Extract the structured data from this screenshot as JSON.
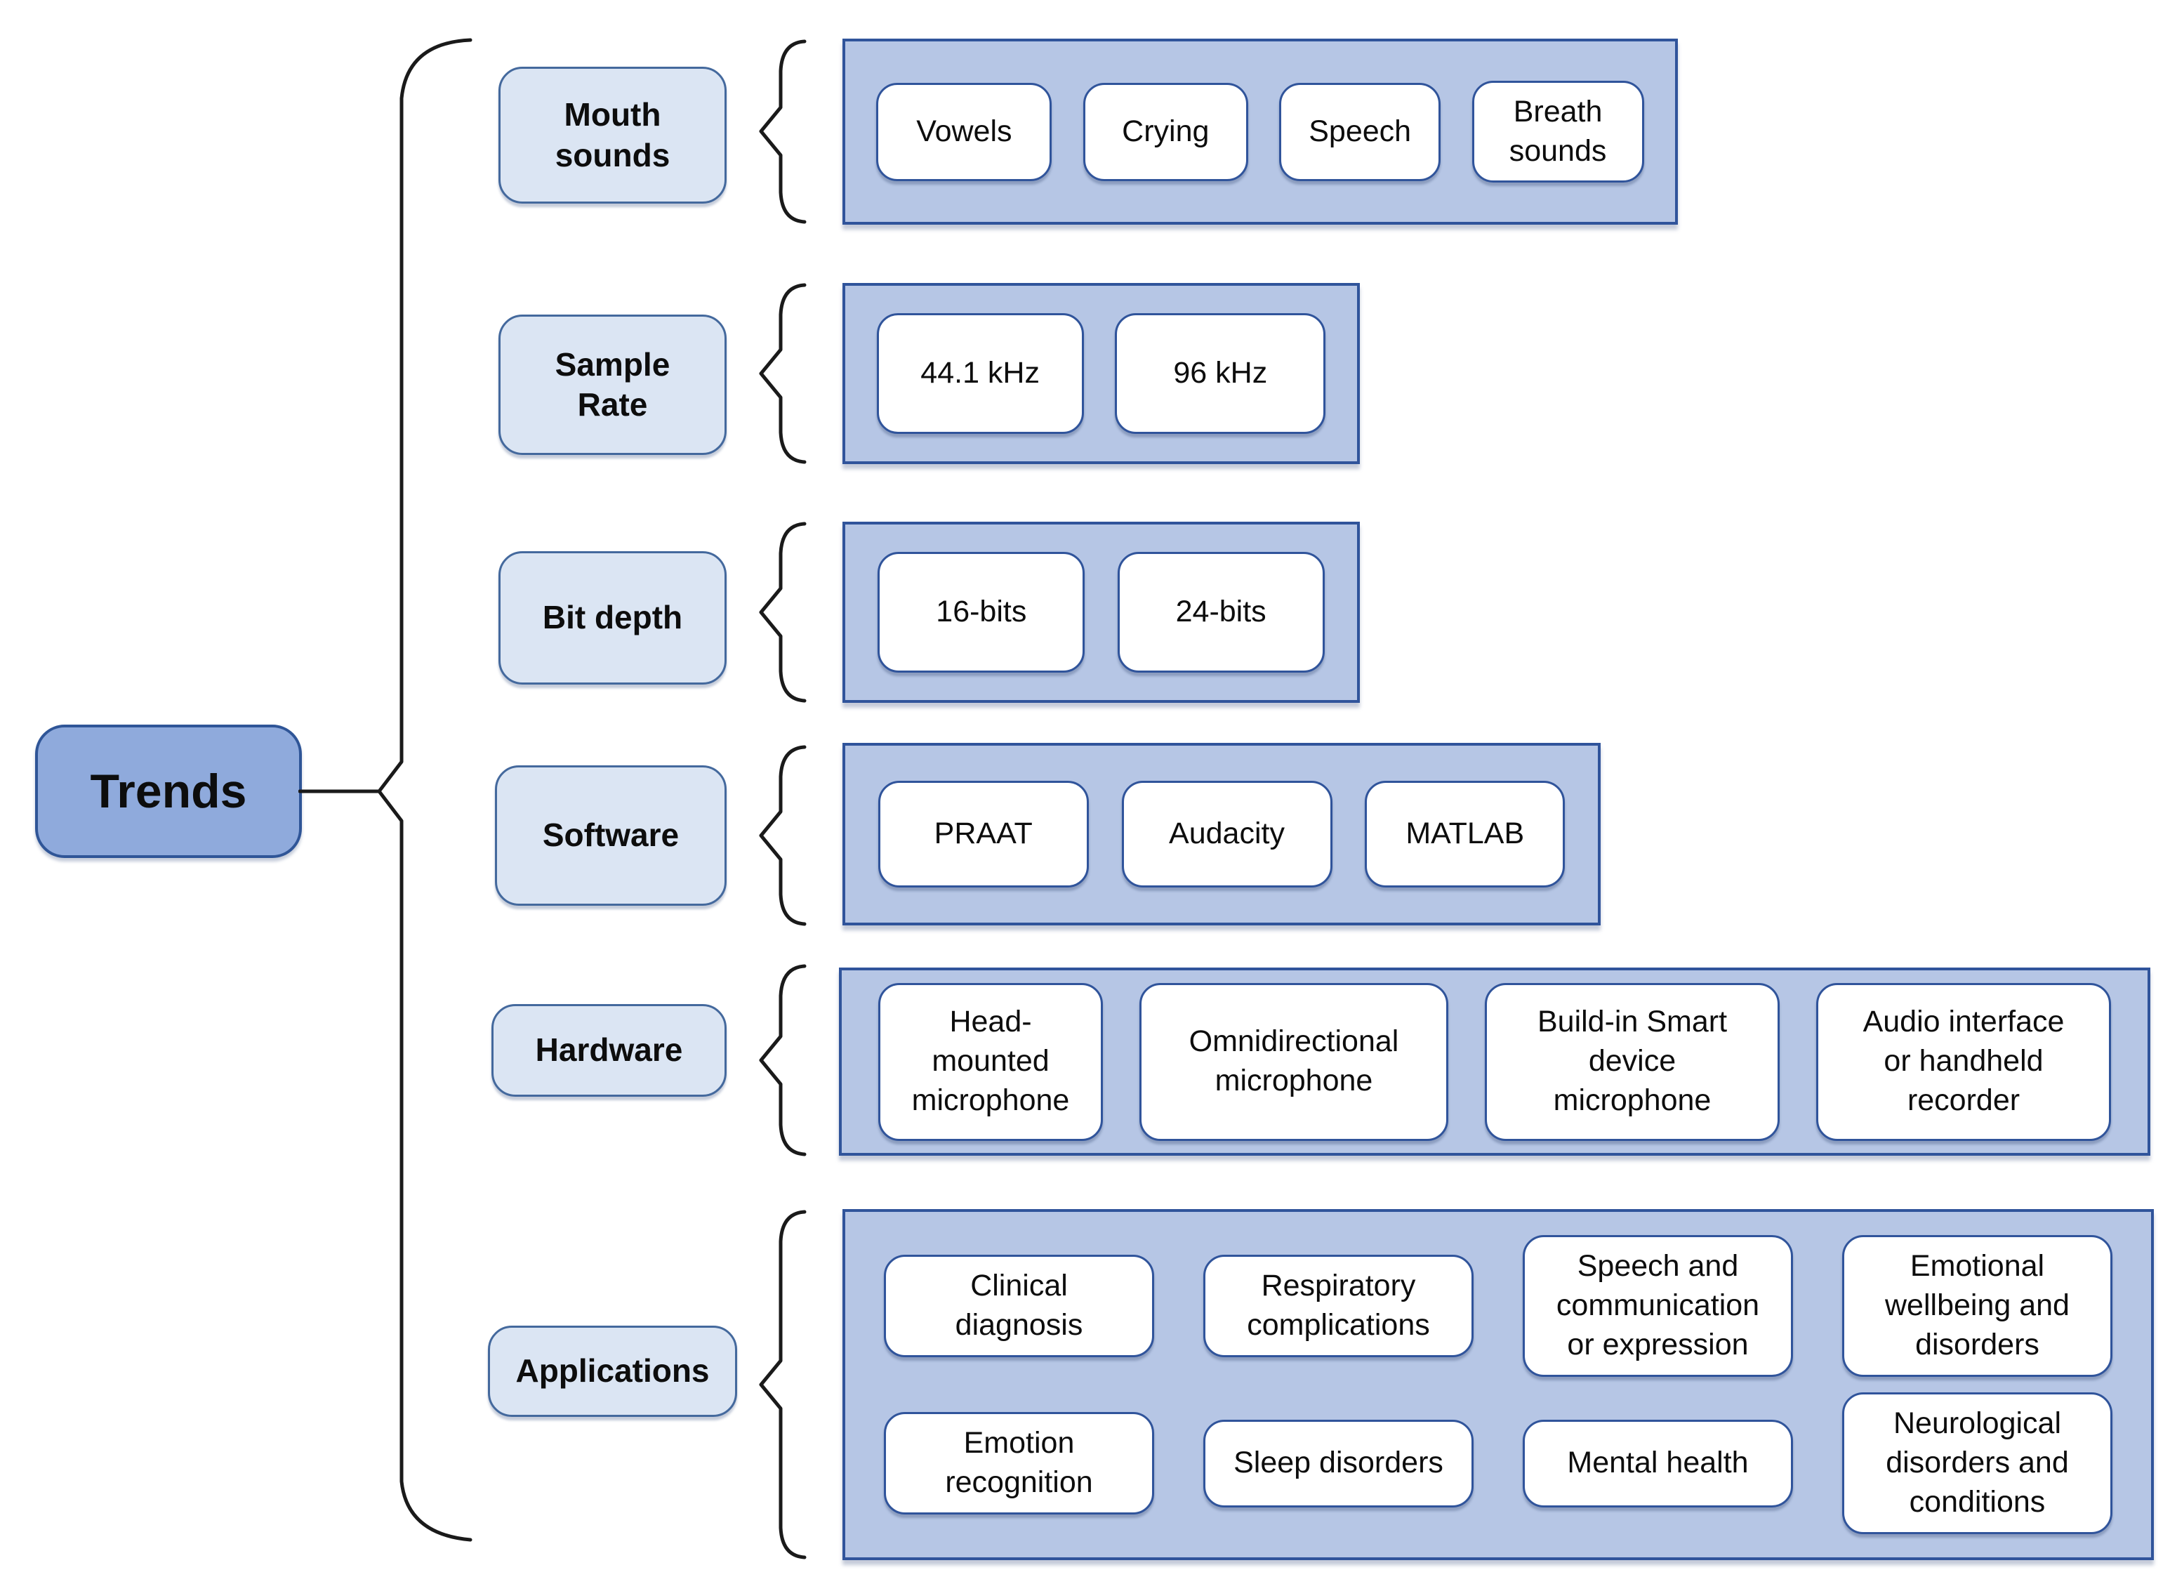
{
  "diagram": {
    "root_label": "Trends",
    "branches": [
      {
        "label": "Mouth sounds",
        "items": [
          "Vowels",
          "Crying",
          "Speech",
          "Breath sounds"
        ]
      },
      {
        "label": "Sample Rate",
        "items": [
          "44.1 kHz",
          "96 kHz"
        ]
      },
      {
        "label": "Bit depth",
        "items": [
          "16-bits",
          "24-bits"
        ]
      },
      {
        "label": "Software",
        "items": [
          "PRAAT",
          "Audacity",
          "MATLAB"
        ]
      },
      {
        "label": "Hardware",
        "items": [
          "Head-mounted microphone",
          "Omnidirectional microphone",
          "Build-in Smart device microphone",
          "Audio interface or handheld recorder"
        ]
      },
      {
        "label": "Applications",
        "items": [
          "Clinical diagnosis",
          "Respiratory complications",
          "Speech and communication or expression",
          "Emotional wellbeing and disorders",
          "Emotion recognition",
          "Sleep disorders",
          "Mental health",
          "Neurological disorders and conditions"
        ]
      }
    ],
    "colors": {
      "root_fill": "#8faadc",
      "label_fill": "#dbe5f3",
      "container_fill": "#b6c6e5",
      "item_fill": "#ffffff",
      "border": "#30549b",
      "line": "#1a1a1a"
    }
  }
}
